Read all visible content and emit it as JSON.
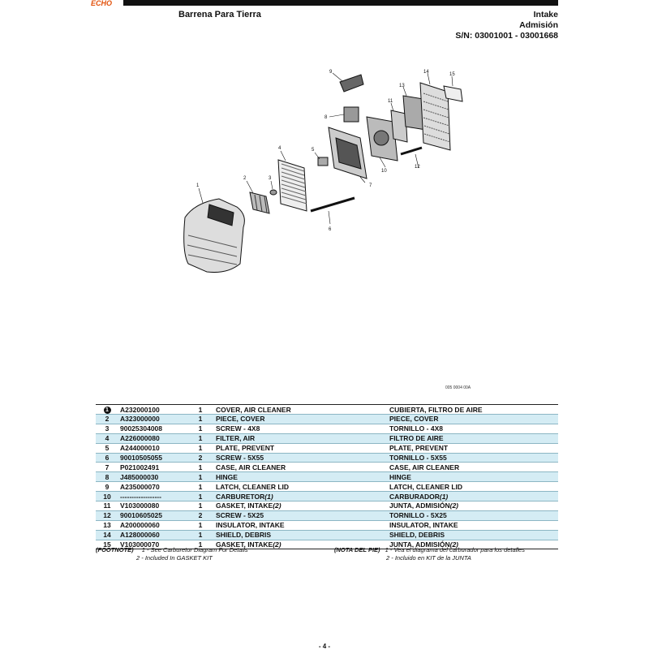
{
  "header": {
    "logo_text": "ECHO",
    "product": "Barrena Para Tierra",
    "section_en": "Intake",
    "section_es": "Admisión",
    "serial": "S/N: 03001001 - 03001668"
  },
  "diagram": {
    "callouts": [
      "1",
      "2",
      "3",
      "4",
      "5",
      "6",
      "7",
      "8",
      "9",
      "10",
      "11",
      "12",
      "13",
      "14",
      "15"
    ],
    "code": "005 0004 00A"
  },
  "parts": [
    {
      "ref": "1",
      "pn": "A232000100",
      "qty": "1",
      "en": "COVER, AIR CLEANER",
      "es": "CUBIERTA, FILTRO DE AIRE",
      "circled": true
    },
    {
      "ref": "2",
      "pn": "A323000000",
      "qty": "1",
      "en": "PIECE, COVER",
      "es": "PIECE, COVER"
    },
    {
      "ref": "3",
      "pn": "90025304008",
      "qty": "1",
      "en": "SCREW - 4X8",
      "es": "TORNILLO - 4X8"
    },
    {
      "ref": "4",
      "pn": "A226000080",
      "qty": "1",
      "en": "FILTER, AIR",
      "es": "FILTRO DE AIRE"
    },
    {
      "ref": "5",
      "pn": "A244000010",
      "qty": "1",
      "en": "PLATE, PREVENT",
      "es": "PLATE, PREVENT"
    },
    {
      "ref": "6",
      "pn": "90010505055",
      "qty": "2",
      "en": "SCREW - 5X55",
      "es": "TORNILLO - 5X55"
    },
    {
      "ref": "7",
      "pn": "P021002491",
      "qty": "1",
      "en": "CASE, AIR CLEANER",
      "es": "CASE, AIR CLEANER"
    },
    {
      "ref": "8",
      "pn": "J485000030",
      "qty": "1",
      "en": "HINGE",
      "es": "HINGE"
    },
    {
      "ref": "9",
      "pn": "A235000070",
      "qty": "1",
      "en": "LATCH, CLEANER LID",
      "es": "LATCH, CLEANER LID"
    },
    {
      "ref": "10",
      "pn": "------------------",
      "qty": "1",
      "en": "CARBURETOR",
      "en_sup": "(1)",
      "es": "CARBURADOR",
      "es_sup": "(1)"
    },
    {
      "ref": "11",
      "pn": "V103000080",
      "qty": "1",
      "en": "GASKET, INTAKE",
      "en_sup": "(2)",
      "es": "JUNTA, ADMISIÓN",
      "es_sup": "(2)"
    },
    {
      "ref": "12",
      "pn": "90010605025",
      "qty": "2",
      "en": "SCREW - 5X25",
      "es": "TORNILLO - 5X25"
    },
    {
      "ref": "13",
      "pn": "A200000060",
      "qty": "1",
      "en": "INSULATOR, INTAKE",
      "es": "INSULATOR, INTAKE"
    },
    {
      "ref": "14",
      "pn": "A128000060",
      "qty": "1",
      "en": "SHIELD, DEBRIS",
      "es": "SHIELD, DEBRIS"
    },
    {
      "ref": "15",
      "pn": "V103000070",
      "qty": "1",
      "en": "GASKET, INTAKE",
      "en_sup": "(2)",
      "es": "JUNTA, ADMISIÓN",
      "es_sup": "(2)"
    }
  ],
  "footnotes": {
    "en_label": "(FOOTNOTE)",
    "en_1": "1 - See Carburetor Diagram For Details",
    "en_2": "2 - Included In GASKET KIT",
    "es_label": "(NOTA DEL PIE)",
    "es_1": "1 - Vea el diagrama del carburador para los detalles",
    "es_2": "2 - Incluido en KIT de la JUNTA"
  },
  "page": "- 4 -"
}
